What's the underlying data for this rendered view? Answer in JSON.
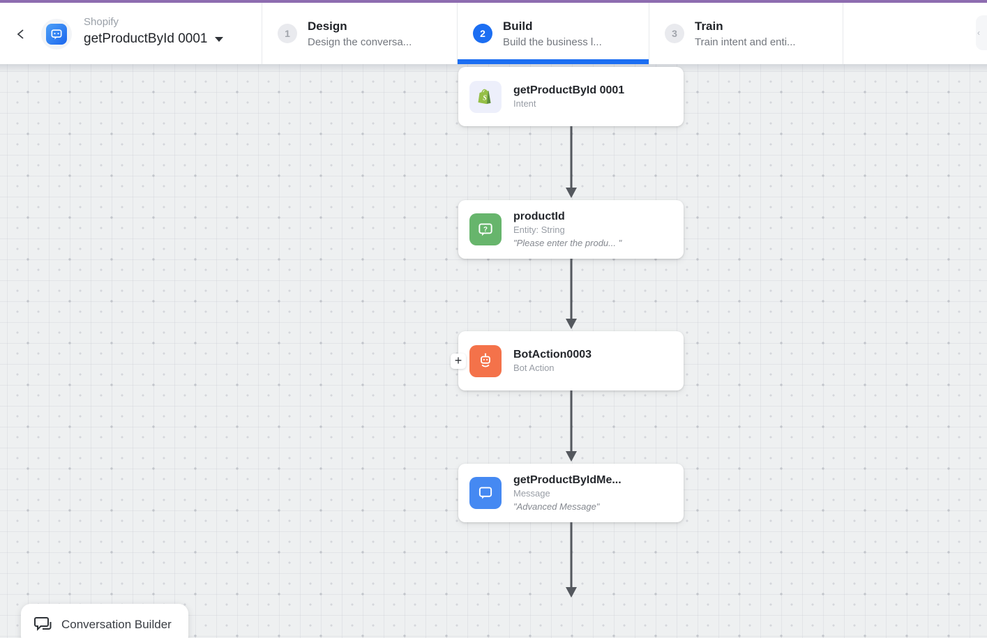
{
  "window": {
    "accent_bar_color": "#8e6cb0"
  },
  "header": {
    "app": {
      "category": "Shopify",
      "name": "getProductById 0001"
    },
    "steps": [
      {
        "number": "1",
        "label": "Design",
        "description": "Design the conversa...",
        "active": false
      },
      {
        "number": "2",
        "label": "Build",
        "description": "Build the business l...",
        "active": true
      },
      {
        "number": "3",
        "label": "Train",
        "description": "Train intent and enti...",
        "active": false
      }
    ]
  },
  "colors": {
    "accent_blue": "#1c6ef2",
    "entity_green": "#67b56c",
    "bot_orange": "#f4724a",
    "message_blue": "#4589f2",
    "shopify_icon_bg": "#edeffb",
    "shopify_green": "#95bf47",
    "arrow_gray": "#54585e",
    "canvas_bg": "#eef0f1"
  },
  "canvas": {
    "nodes": [
      {
        "title": "getProductById 0001",
        "subtitle": "Intent",
        "icon": "shopify-icon"
      },
      {
        "title": "productId",
        "subtitle": "Entity: String",
        "quote": "\"Please enter the produ... \"",
        "icon": "entity-question-icon"
      },
      {
        "title": "BotAction0003",
        "subtitle": "Bot Action",
        "icon": "bot-icon",
        "add_button": "+"
      },
      {
        "title": "getProductByIdMe...",
        "subtitle": "Message",
        "quote": "\"Advanced Message\"",
        "icon": "message-icon"
      }
    ]
  },
  "footer": {
    "conversation_builder_label": "Conversation Builder"
  }
}
